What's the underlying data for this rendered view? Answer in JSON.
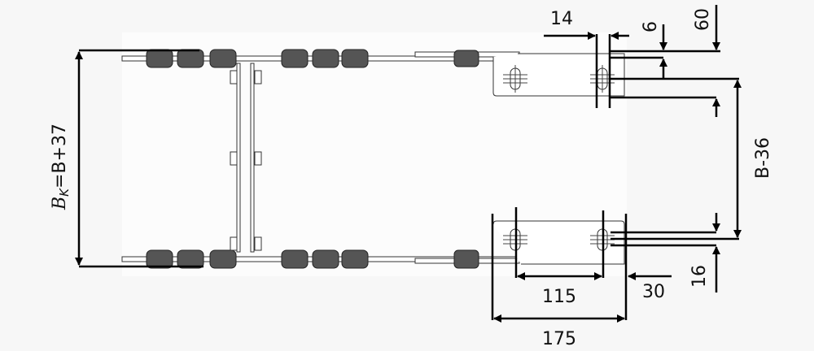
{
  "drawing": {
    "labels": {
      "bk": "B",
      "bk_sub": "K",
      "bk_formula": "=B+37",
      "inner_width": "B-36",
      "dim_14": "14",
      "dim_6": "6",
      "dim_60": "60",
      "dim_16": "16",
      "dim_115": "115",
      "dim_175": "175",
      "dim_30": "30"
    },
    "colors": {
      "background": "#f7f7f7",
      "line": "#000000",
      "part": "#555555"
    }
  }
}
